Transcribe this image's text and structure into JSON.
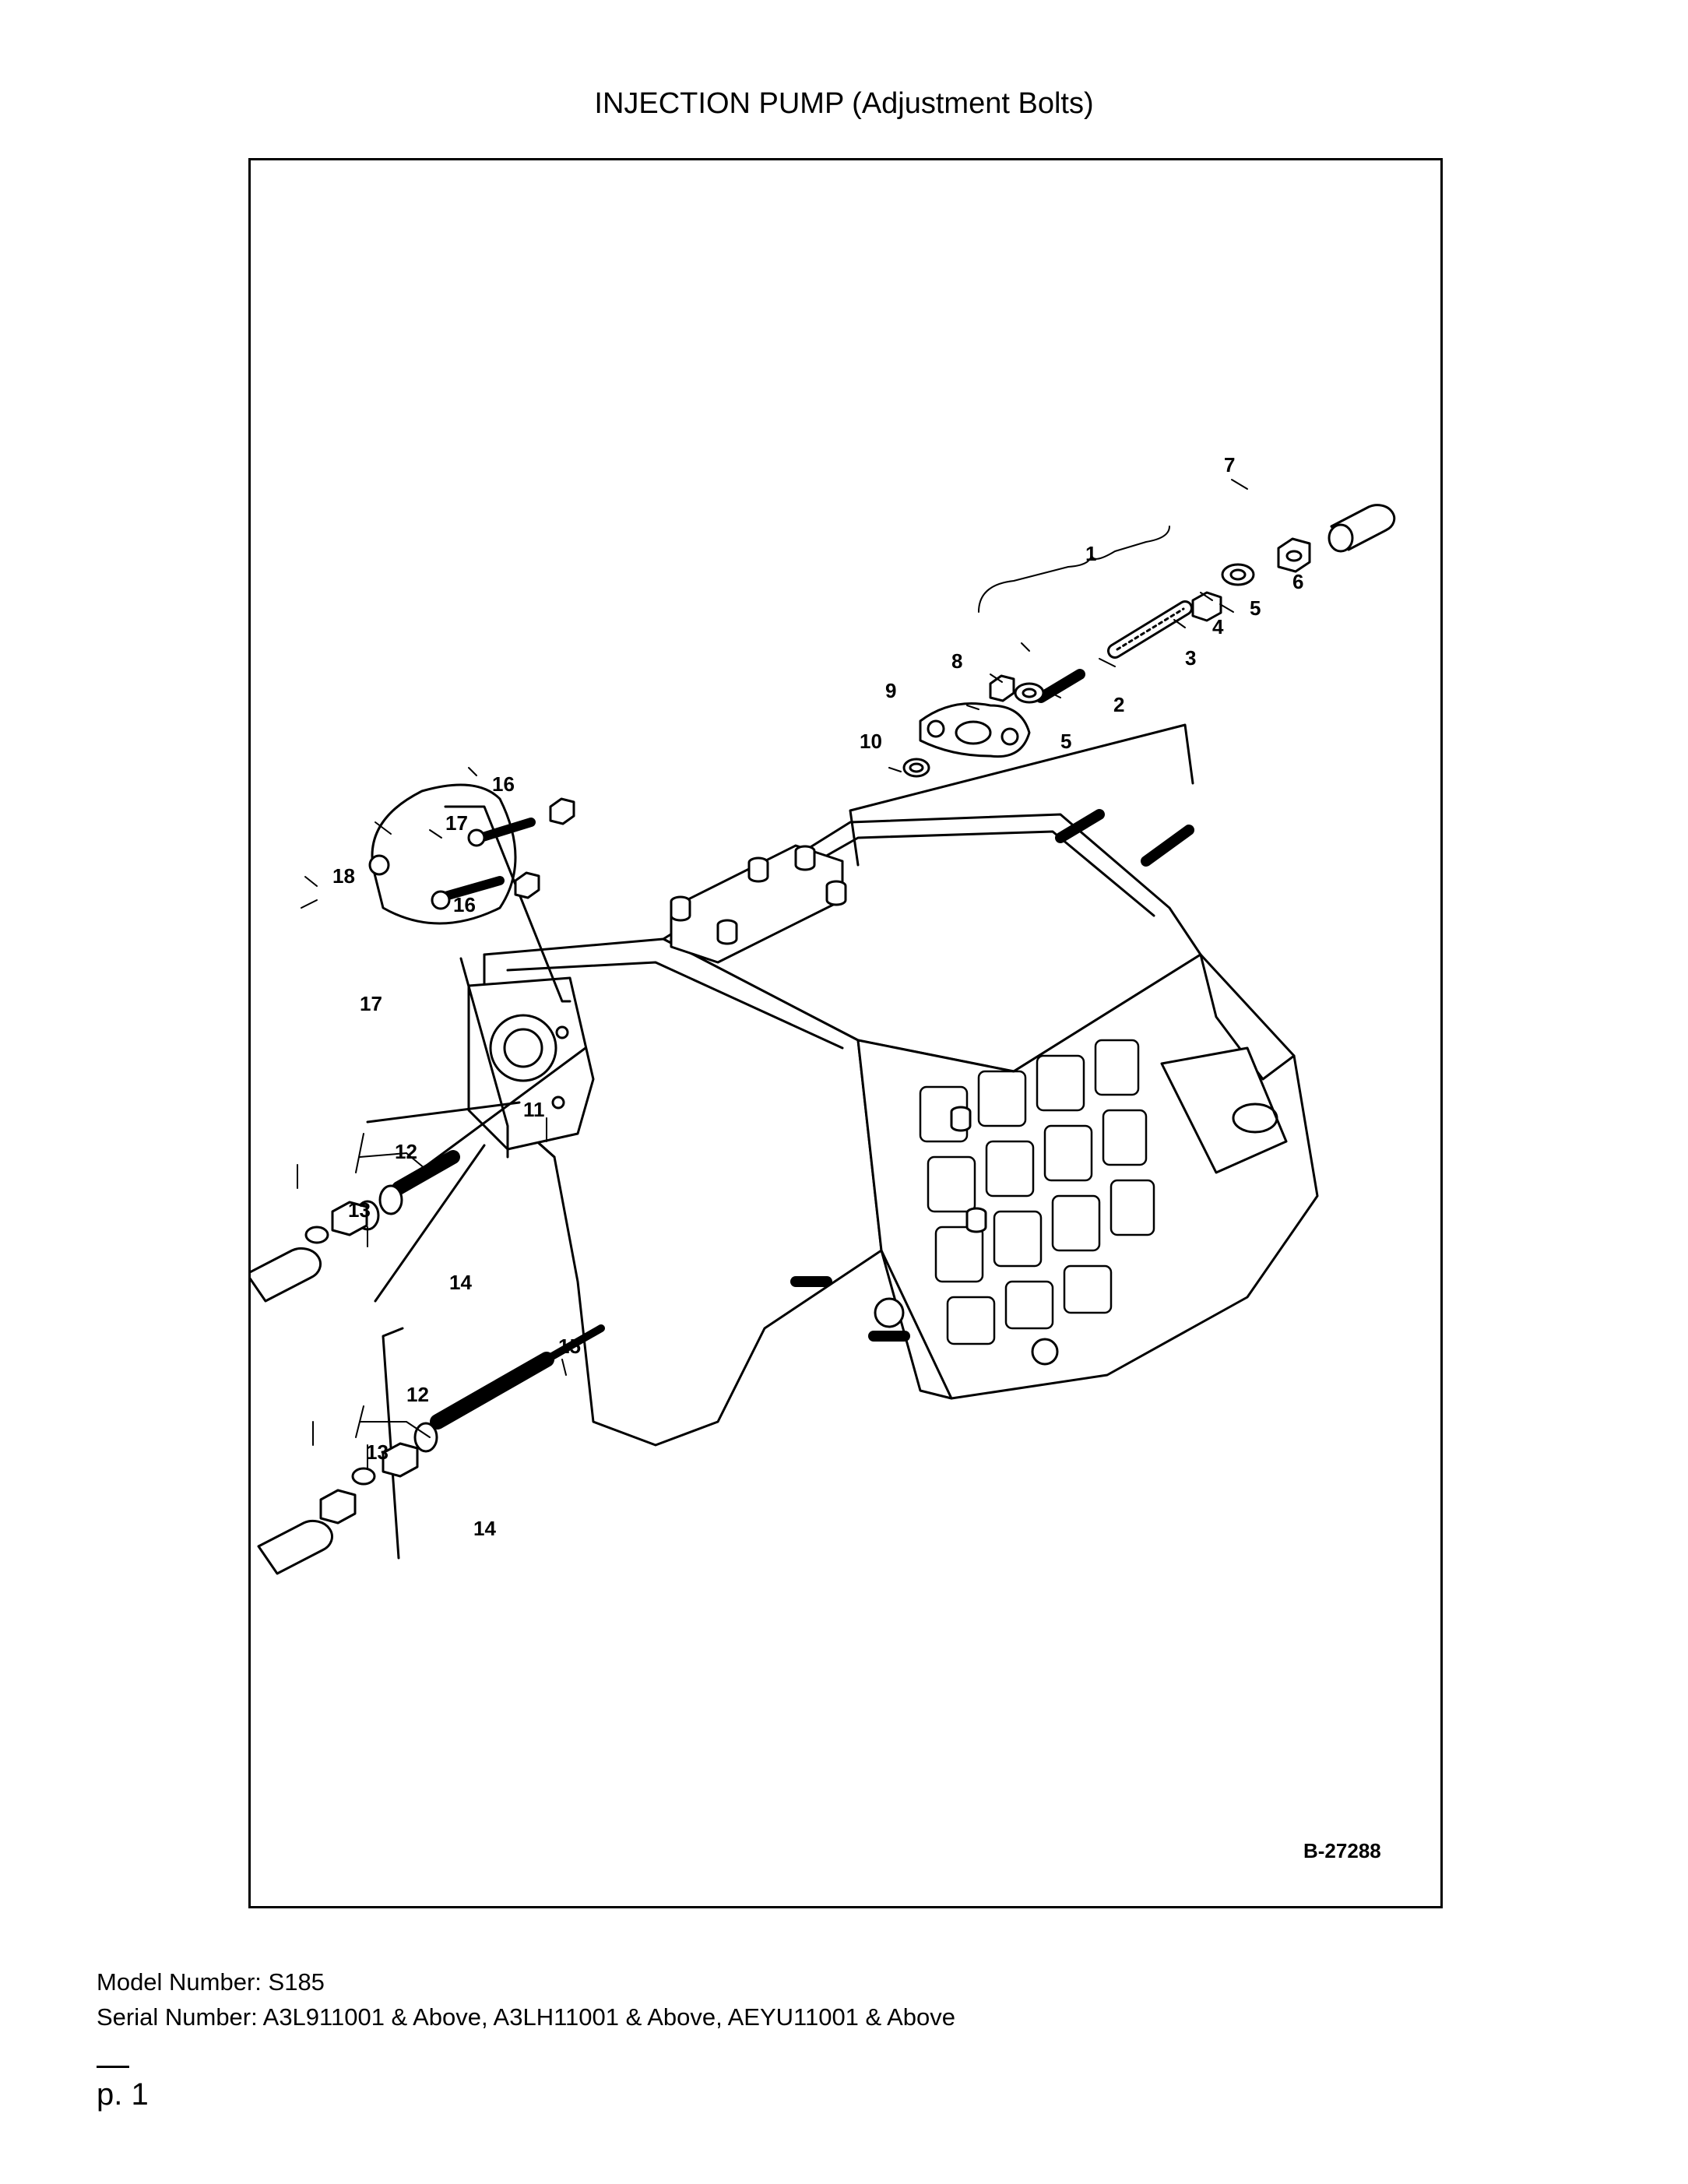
{
  "page": {
    "title": "INJECTION PUMP (Adjustment Bolts)",
    "model_line": "Model Number: S185",
    "serial_line": "Serial Number: A3L911001 & Above, A3LH11001 & Above, AEYU11001 & Above",
    "page_number": "p. 1"
  },
  "diagram": {
    "figure_id": "B-27288",
    "callouts": [
      "1",
      "2",
      "3",
      "4",
      "5",
      "6",
      "7",
      "8",
      "9",
      "5",
      "10",
      "16",
      "17",
      "18",
      "16",
      "17",
      "11",
      "12",
      "13",
      "14",
      "15",
      "12",
      "13",
      "14"
    ]
  }
}
